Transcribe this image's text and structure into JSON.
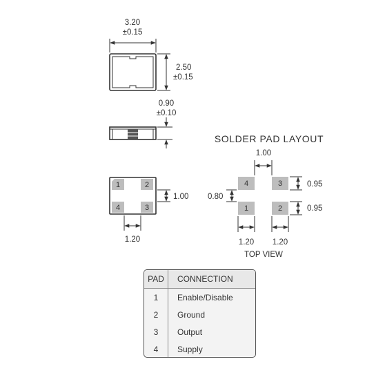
{
  "package_top": {
    "width": "3.20",
    "width_tol": "±0.15",
    "height": "2.50",
    "height_tol": "±0.15"
  },
  "package_side": {
    "thickness": "0.90",
    "thickness_tol": "±0.10"
  },
  "package_bottom": {
    "pads": [
      "1",
      "2",
      "3",
      "4"
    ],
    "vertical_pitch": "1.00",
    "horizontal_pitch": "1.20"
  },
  "solder_pad_layout": {
    "title": "SOLDER PAD LAYOUT",
    "pad_gap_x": "1.00",
    "pad_gap_y": "0.80",
    "pad_height_top": "0.95",
    "pad_height_bottom": "0.95",
    "pad_width_left": "1.20",
    "pad_width_right": "1.20",
    "pads": [
      "4",
      "3",
      "1",
      "2"
    ],
    "caption": "TOP VIEW"
  },
  "pad_table": {
    "headers": [
      "PAD",
      "CONNECTION"
    ],
    "rows": [
      {
        "pad": "1",
        "connection": "Enable/Disable"
      },
      {
        "pad": "2",
        "connection": "Ground"
      },
      {
        "pad": "3",
        "connection": "Output"
      },
      {
        "pad": "4",
        "connection": "Supply"
      }
    ]
  }
}
